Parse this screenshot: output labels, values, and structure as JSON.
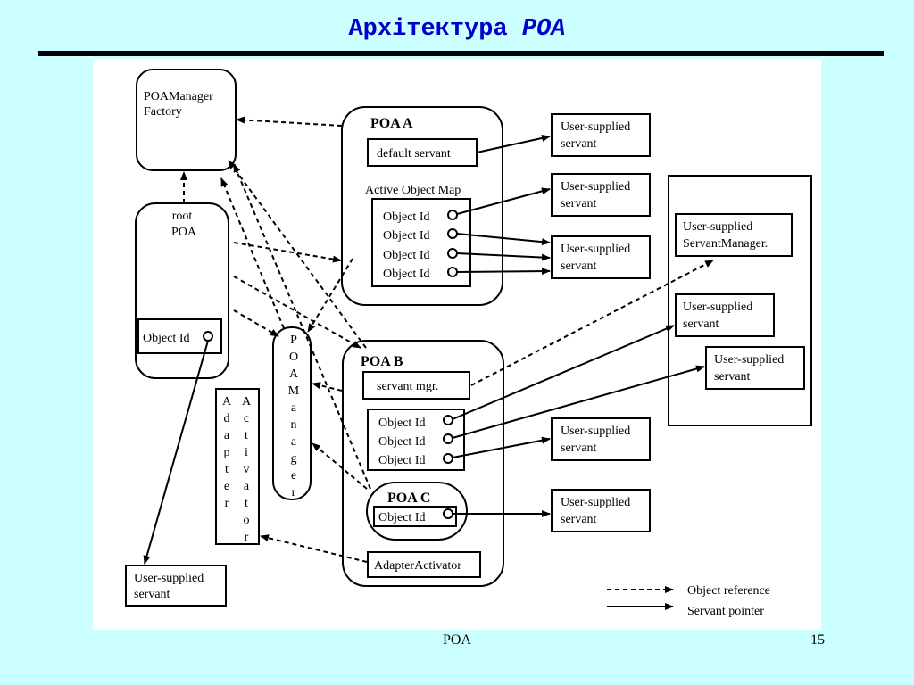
{
  "slide": {
    "title_main": "Архітектура ",
    "title_italic": "POA",
    "footer_label": "POA",
    "page_number": "15"
  },
  "diagram": {
    "poamanager_factory_line1": "POAManager",
    "poamanager_factory_line2": "Factory",
    "root_poa_line1": "root",
    "root_poa_line2": "POA",
    "object_id": "Object Id",
    "poa_a_title": "POA A",
    "default_servant": "default servant",
    "active_object_map": "Active Object Map",
    "poa_b_title": "POA B",
    "servant_mgr": "servant mgr.",
    "poa_c_title": "POA C",
    "adapter_activator": "AdapterActivator",
    "user_supplied": "User-supplied",
    "servant": "servant",
    "servant_manager": "ServantManager.",
    "poamanager_vertical": "POAManager",
    "adapter_vertical": "Adapter",
    "activator_vertical": "Activator",
    "legend_object_reference": "Object reference",
    "legend_servant_pointer": "Servant pointer"
  }
}
